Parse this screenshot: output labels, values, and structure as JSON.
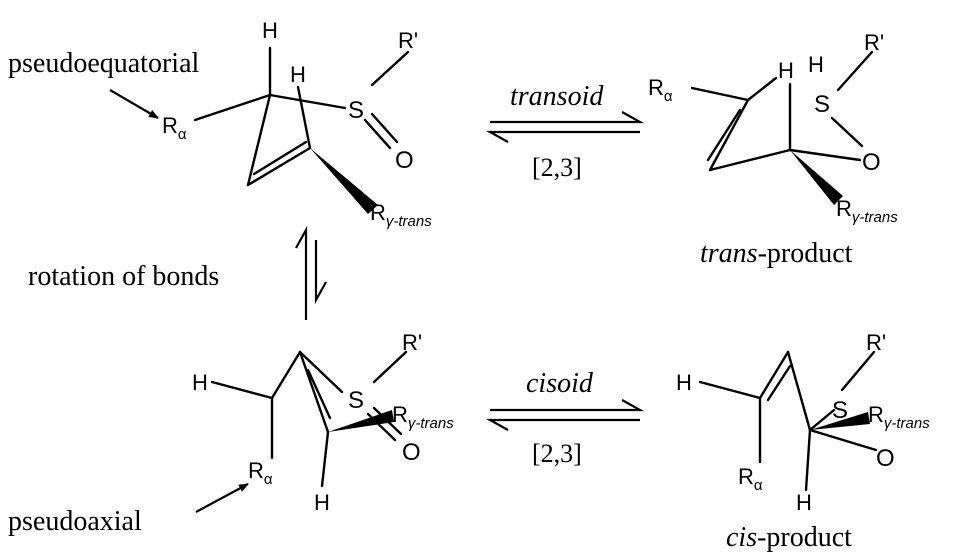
{
  "labels": {
    "pseudoequatorial": "pseudoequatorial",
    "pseudoaxial": "pseudoaxial",
    "rotation": "rotation of bonds",
    "transoid": "transoid",
    "cisoid": "cisoid",
    "sigmatropic": "[2,3]",
    "trans_italic": "trans",
    "cis_italic": "cis",
    "product_suffix": "-product"
  },
  "atoms": {
    "H": "H",
    "S": "S",
    "O": "O",
    "R": "R",
    "Rprime": "R'",
    "alpha": "α",
    "gamma_trans": "γ-trans"
  }
}
